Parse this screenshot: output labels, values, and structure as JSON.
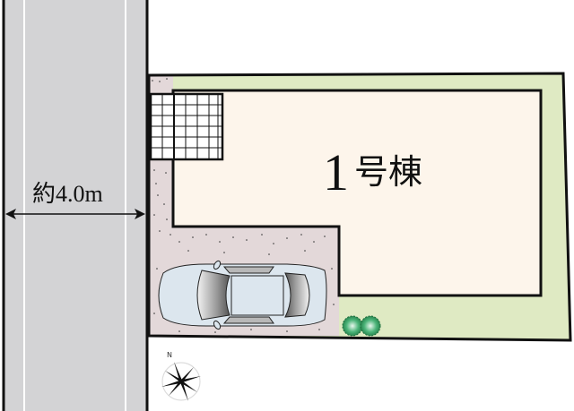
{
  "road": {
    "width_label": "約4.0m",
    "fill_color": "#d3d3d5",
    "line_color": "#ffffff"
  },
  "building": {
    "number": "1",
    "suffix": "号棟",
    "fill_color": "#fdf5eb"
  },
  "lot": {
    "garden_color": "#dfeac3",
    "parking_color": "#e3d8d9"
  },
  "parking": {
    "car_color": "#dce6ee"
  },
  "trees": {
    "count": 2,
    "color": "#2f9a5a"
  },
  "compass": {
    "north_label": "N"
  }
}
